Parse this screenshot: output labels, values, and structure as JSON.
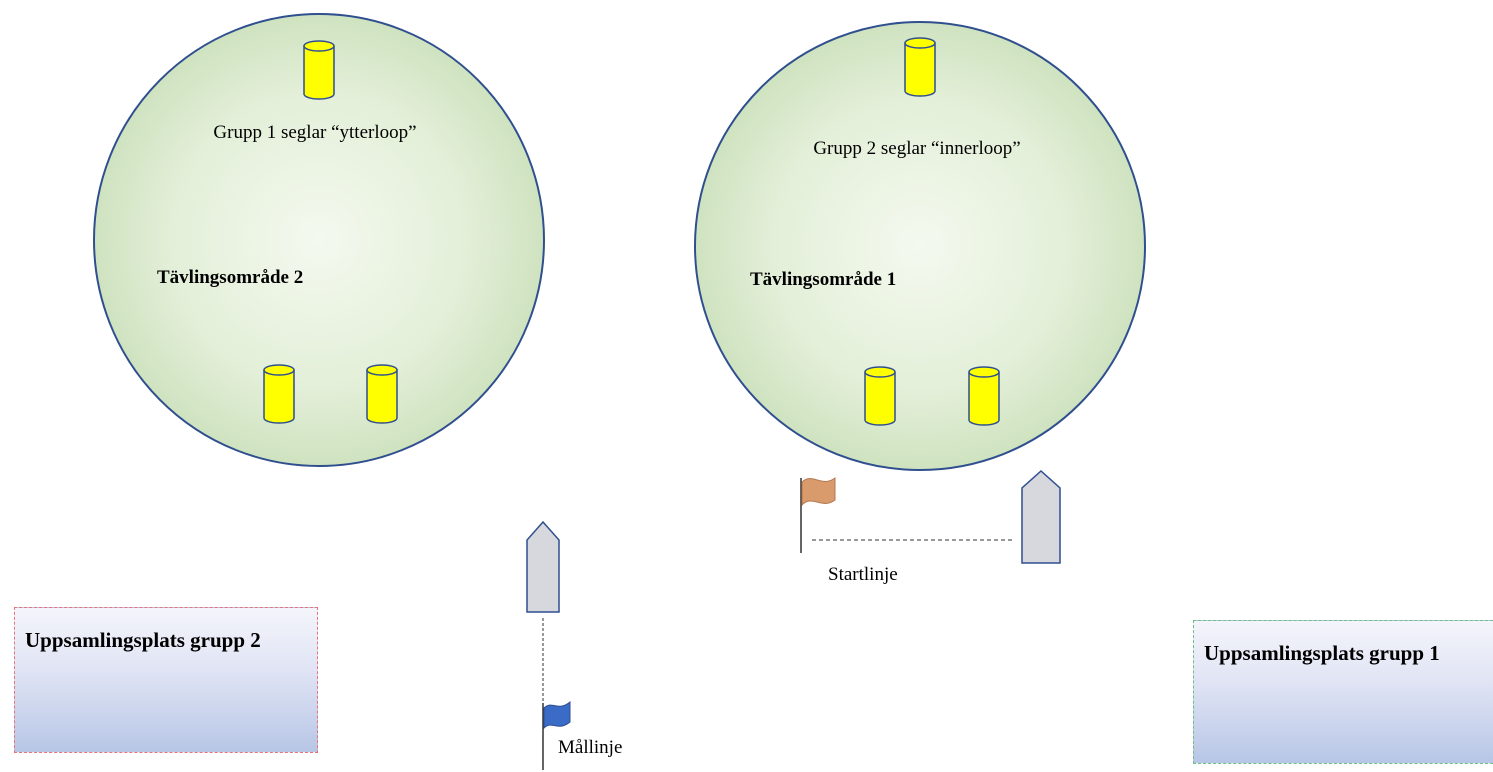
{
  "areas": [
    {
      "id": "area2",
      "label": "Tävlingsområde  2",
      "sail_text": "Grupp 1 seglar “ytterloop”"
    },
    {
      "id": "area1",
      "label": "Tävlingsområde  1",
      "sail_text": "Grupp 2 seglar “innerloop”"
    }
  ],
  "lines": {
    "start": "Startlinje",
    "finish": "Mållinje"
  },
  "gathering": {
    "group2": "Uppsamlingsplats grupp 2",
    "group1": "Uppsamlingsplats grupp 1"
  },
  "colors": {
    "circle_fill": "#dfeed4",
    "circle_stroke": "#2f4f8f",
    "buoy_fill": "#ffff00",
    "buoy_stroke": "#2f4f8f",
    "boat_fill": "#d6d8dd",
    "start_flag": "#d99a6c",
    "finish_flag": "#3a6bc7"
  },
  "icons": [
    "buoy-icon",
    "committee-boat-icon",
    "orange-flag-icon",
    "blue-flag-icon"
  ]
}
